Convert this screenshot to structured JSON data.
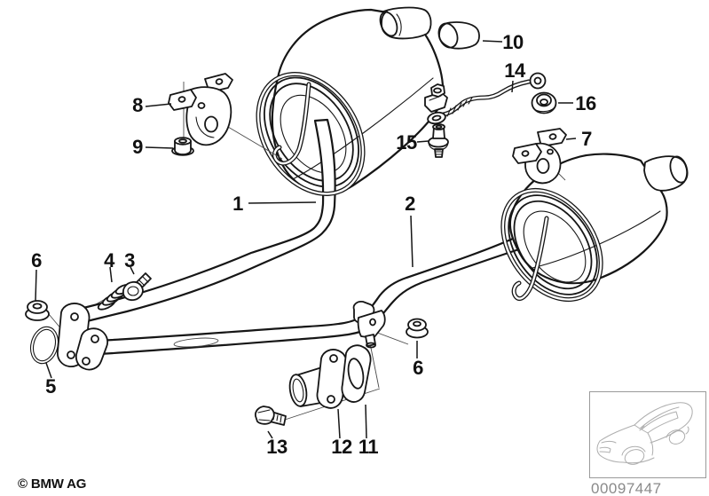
{
  "diagram": {
    "callouts": {
      "c1": "1",
      "c2": "2",
      "c3": "3",
      "c4": "4",
      "c5": "5",
      "c6": "6",
      "c6b": "6",
      "c7": "7",
      "c8": "8",
      "c9": "9",
      "c10": "10",
      "c11": "11",
      "c12": "12",
      "c13": "13",
      "c14": "14",
      "c15": "15",
      "c16": "16"
    }
  },
  "footer": {
    "copyright": "© BMW AG",
    "diagram_number": "00097447"
  },
  "icons": {
    "thumbnail": "car-icon"
  },
  "colors": {
    "line": "#161616",
    "muted_text": "#8a8a8a",
    "thumbnail_border": "#9a9a9a",
    "background": "#ffffff"
  }
}
